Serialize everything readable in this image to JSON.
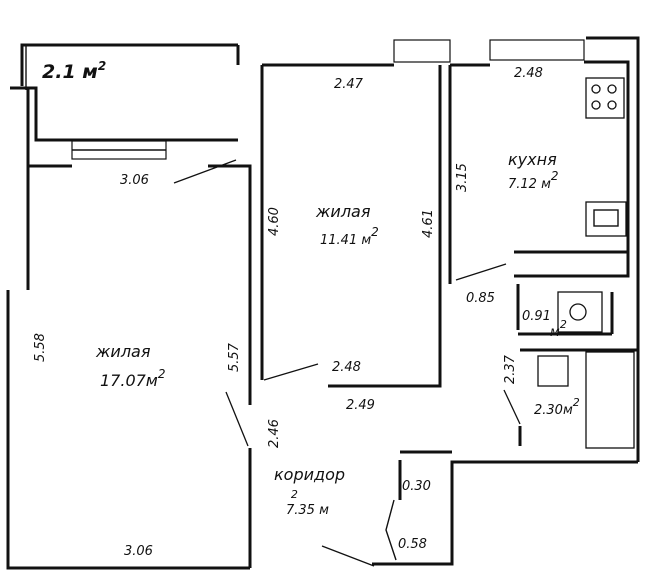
{
  "plan": {
    "balcony_area": "2.1 м",
    "balcony_sup": "2",
    "rooms": {
      "living_large": {
        "name": "жилая",
        "area": "17.07м",
        "sup": "2"
      },
      "living_small": {
        "name": "жилая",
        "area": "11.41 м",
        "sup": "2"
      },
      "kitchen": {
        "name": "кухня",
        "area": "7.12 м",
        "sup": "2"
      },
      "wc": {
        "area": "0.91",
        "area2": "м",
        "sup": "2"
      },
      "bath": {
        "area": "2.30м",
        "sup": "2"
      },
      "corridor": {
        "name": "коридор",
        "area": "7.35 м",
        "sup": "2"
      }
    },
    "dims": {
      "living_large_top": "3.06",
      "living_large_bottom": "3.06",
      "living_large_left": "5.58",
      "living_large_right": "5.57",
      "living_small_top": "2.47",
      "living_small_left": "4.60",
      "living_small_right": "4.61",
      "living_small_bottom_in": "2.48",
      "living_small_bottom_out": "2.49",
      "kitchen_top": "2.48",
      "kitchen_left": "3.15",
      "corridor_side": "2.46",
      "wc_door": "0.85",
      "bath_side": "2.37",
      "closet_top": "0.30",
      "closet_side": "0.58"
    }
  }
}
